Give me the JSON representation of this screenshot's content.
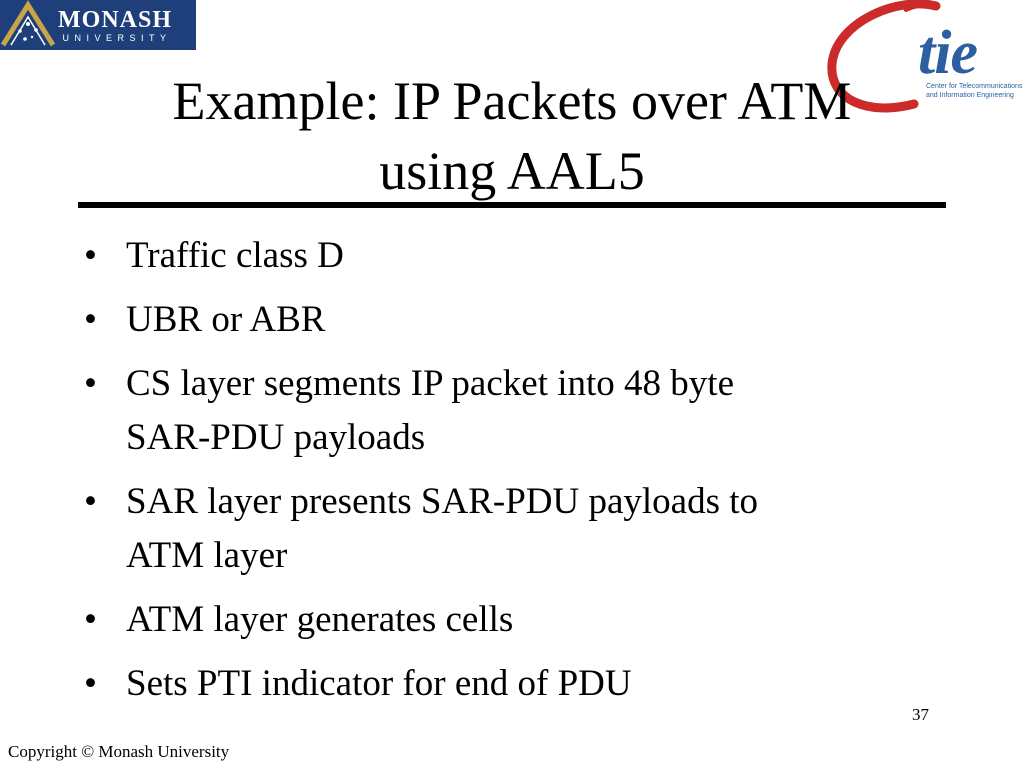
{
  "logos": {
    "monash": {
      "name": "MONASH",
      "subtitle": "UNIVERSITY",
      "background": "#1f3f7a",
      "accent": "#c8a548"
    },
    "ctie": {
      "wordmark": "tie",
      "caption_lines": [
        "Center for Telecommunications",
        "and Information Engineering"
      ],
      "swoosh_color": "#cc2b2b",
      "text_color": "#2c5fa0"
    }
  },
  "slide": {
    "title_lines": [
      "Example: IP Packets over ATM",
      "using AAL5"
    ],
    "bullet_marker": "•",
    "bullets": [
      {
        "lines": [
          "Traffic class D"
        ]
      },
      {
        "lines": [
          "UBR or ABR"
        ]
      },
      {
        "lines": [
          "CS layer segments IP packet into 48 byte",
          "SAR-PDU payloads"
        ]
      },
      {
        "lines": [
          "SAR layer presents SAR-PDU payloads to",
          "ATM layer"
        ]
      },
      {
        "lines": [
          "ATM layer generates cells"
        ]
      },
      {
        "lines": [
          "Sets PTI indicator for end of PDU"
        ]
      }
    ],
    "page_number": "37"
  },
  "footer": {
    "copyright": "Copyright © Monash University"
  }
}
